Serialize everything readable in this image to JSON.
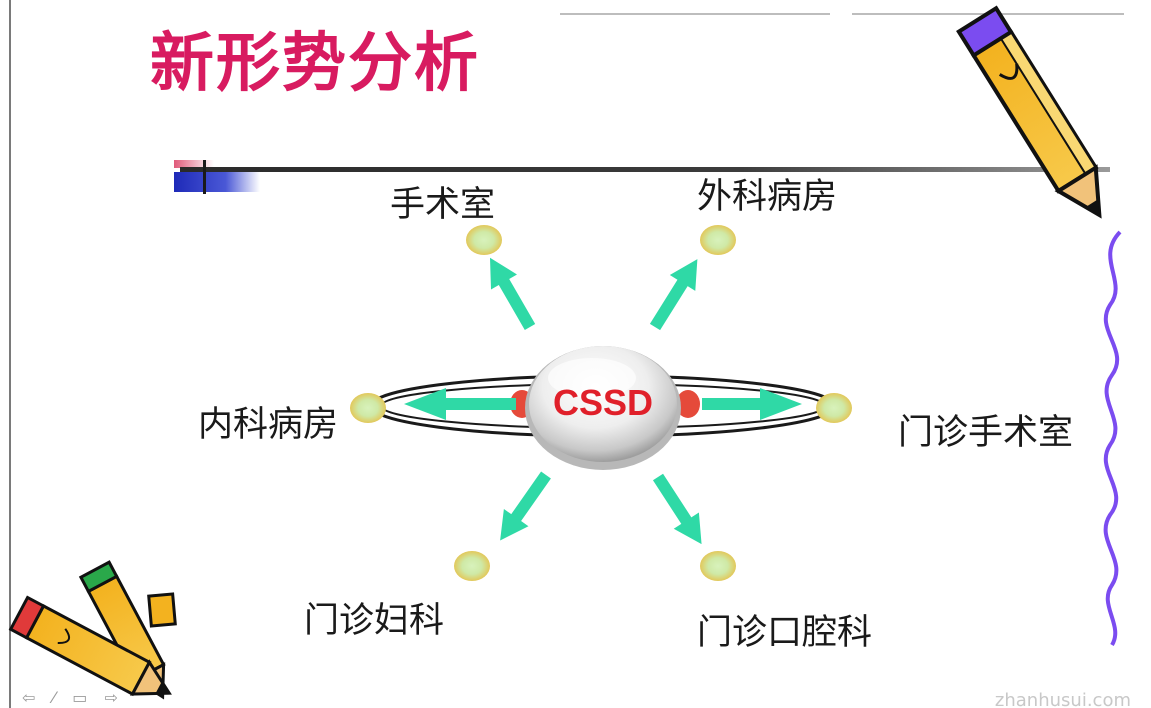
{
  "slide": {
    "title": "新形势分析",
    "hub": "CSSD",
    "nodes": [
      {
        "id": "operating-room",
        "label": "手术室"
      },
      {
        "id": "surgical-ward",
        "label": "外科病房"
      },
      {
        "id": "internal-ward",
        "label": "内科病房"
      },
      {
        "id": "outpatient-surgery",
        "label": "门诊手术室"
      },
      {
        "id": "outpatient-gynecology",
        "label": "门诊妇科"
      },
      {
        "id": "outpatient-dental",
        "label": "门诊口腔科"
      }
    ],
    "footer_nav": "⇦ ⁄ ▭ ⇨",
    "watermark": "zhanhusui.com"
  },
  "colors": {
    "title": "#d81b60",
    "hub_text": "#e0202a",
    "arrow": "#2fd9a6",
    "node_fill": "#e6dc7a",
    "node_center": "#d3efb4",
    "wave": "#7b4cf0"
  }
}
